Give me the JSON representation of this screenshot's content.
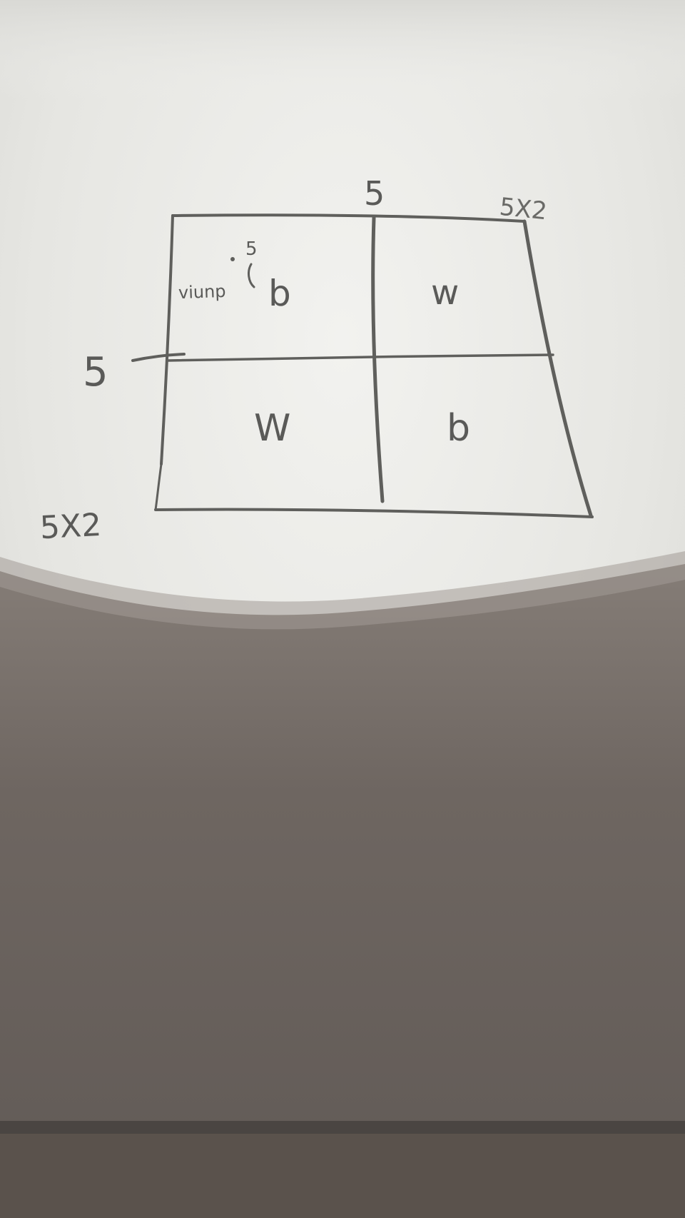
{
  "sketch": {
    "top_dimension": "5",
    "top_right_dimension": "5X2",
    "left_dimension": "5",
    "bottom_left_dimension": "5X2",
    "annotation_small": "5",
    "annotation_word": "viunp",
    "cells": {
      "top_left": "b",
      "top_right": "w",
      "bottom_left": "W",
      "bottom_right": "b"
    }
  },
  "colors": {
    "paper": "#ecece9",
    "shadow": "#6b6460",
    "pencil": "#5f5f5c"
  }
}
